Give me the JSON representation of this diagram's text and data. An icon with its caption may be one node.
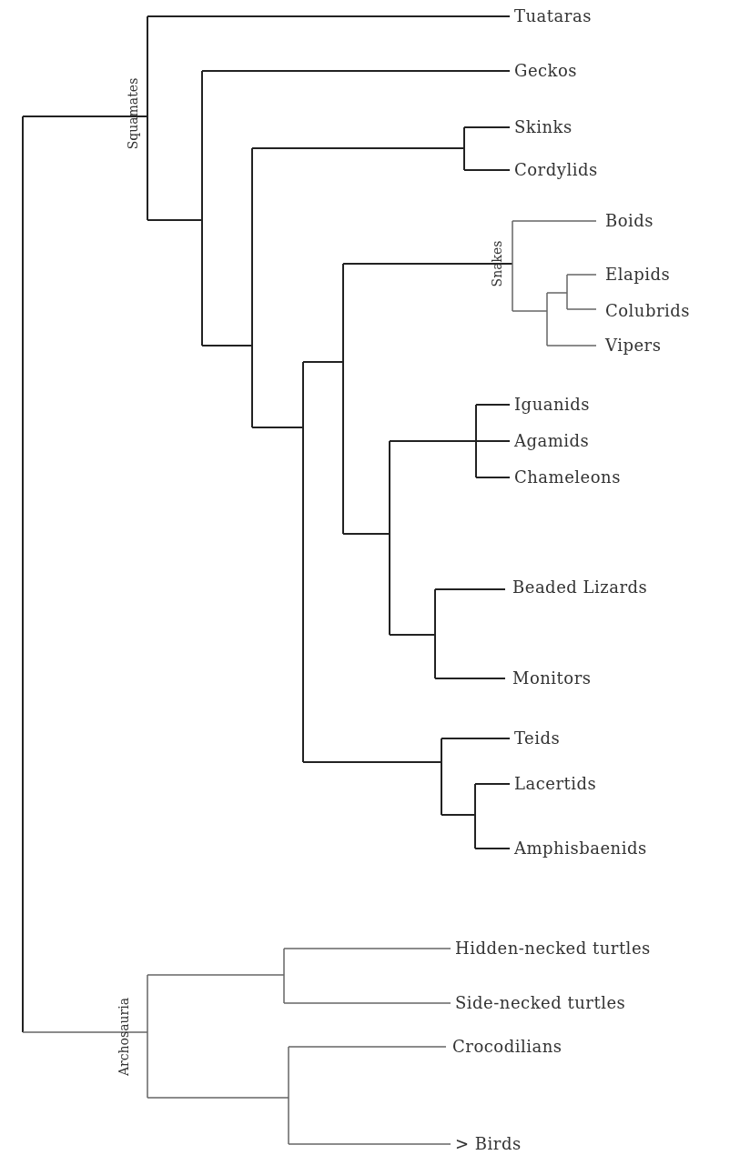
{
  "diagram": {
    "labels": [
      "Tuataras",
      "Geckos",
      "Skinks",
      "Cordylids",
      "Squamates",
      "Boids",
      "Snakes",
      "Elapids",
      "Colubrids",
      "Vipers",
      "Iguanids",
      "Agamids",
      "Chameleons",
      "Beaded Lizards",
      "Monitors",
      "Teids",
      "Lacertids",
      "Amphisbaenids",
      "Hidden-necked turtles",
      "Side-necked turtles",
      "Archosauria",
      "Crocodilians",
      "> Birds"
    ]
  }
}
